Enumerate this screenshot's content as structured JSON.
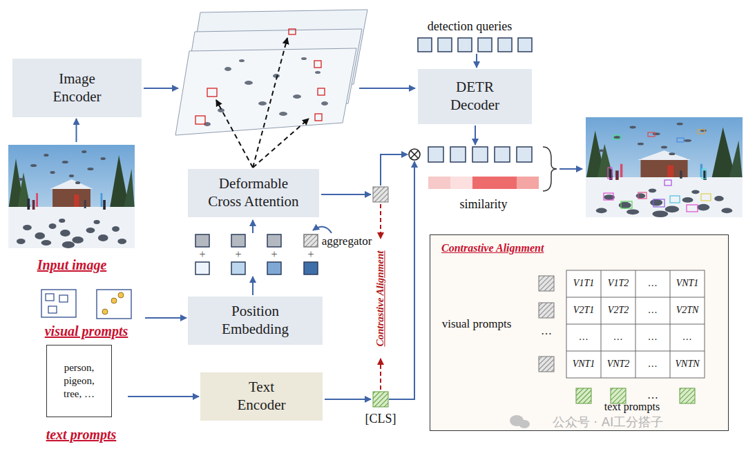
{
  "diagram": {
    "nodes": [
      {
        "text": [
          "Image Encoder"
        ]
      },
      {
        "text": [
          "DETR Decoder"
        ]
      },
      {
        "text": [
          "Input image"
        ]
      },
      {
        "text": [
          "Deformable Cross Attention"
        ]
      },
      {
        "text": [
          "Position Embedding"
        ]
      },
      {
        "text": [
          "visual prompts"
        ]
      },
      {
        "text": [
          "person, pigeon, tree, …",
          "text prompts"
        ]
      },
      {
        "text": [
          "Text Encoder"
        ]
      },
      {
        "text": [
          "Contrastive Alignment"
        ]
      }
    ],
    "edges": [
      {
        "from": 2,
        "to": 0,
        "arrow": "to"
      },
      {
        "from": 5,
        "to": 4,
        "arrow": "to"
      },
      {
        "from": 6,
        "to": 7,
        "arrow": "to"
      }
    ],
    "labels": [
      "detection queries",
      "similarity",
      "aggregator",
      "+",
      "+",
      "+",
      "+",
      "Contrastive Alignment",
      "[CLS]",
      "visual prompts",
      "…",
      "V1T1",
      "V1T2",
      "…",
      "VNT1",
      "V2T1",
      "V2T2",
      "…",
      "V2TN",
      "…",
      "…",
      "…",
      "…",
      "VNT1",
      "VNT2",
      "…",
      "VNTN",
      "…",
      "text prompts",
      "公众号 · AI工分搭子"
    ]
  }
}
